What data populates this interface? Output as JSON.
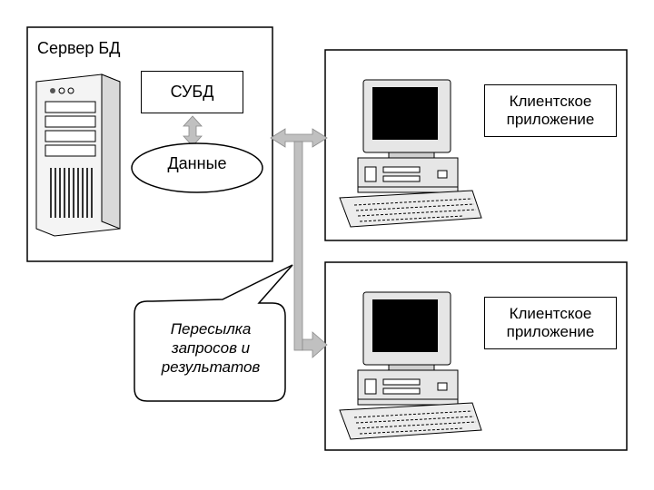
{
  "server": {
    "title": "Сервер БД",
    "dbms_label": "СУБД",
    "data_label": "Данные"
  },
  "clients": [
    {
      "label": "Клиентское приложение"
    },
    {
      "label": "Клиентское приложение"
    }
  ],
  "callout": {
    "text_line1": "Пересылка",
    "text_line2": "запросов и",
    "text_line3": "результатов"
  },
  "colors": {
    "arrow_fill": "#c0c0c0",
    "frame_stroke": "#000000",
    "screen": "#000000",
    "device_body": "#e6e6e6"
  }
}
